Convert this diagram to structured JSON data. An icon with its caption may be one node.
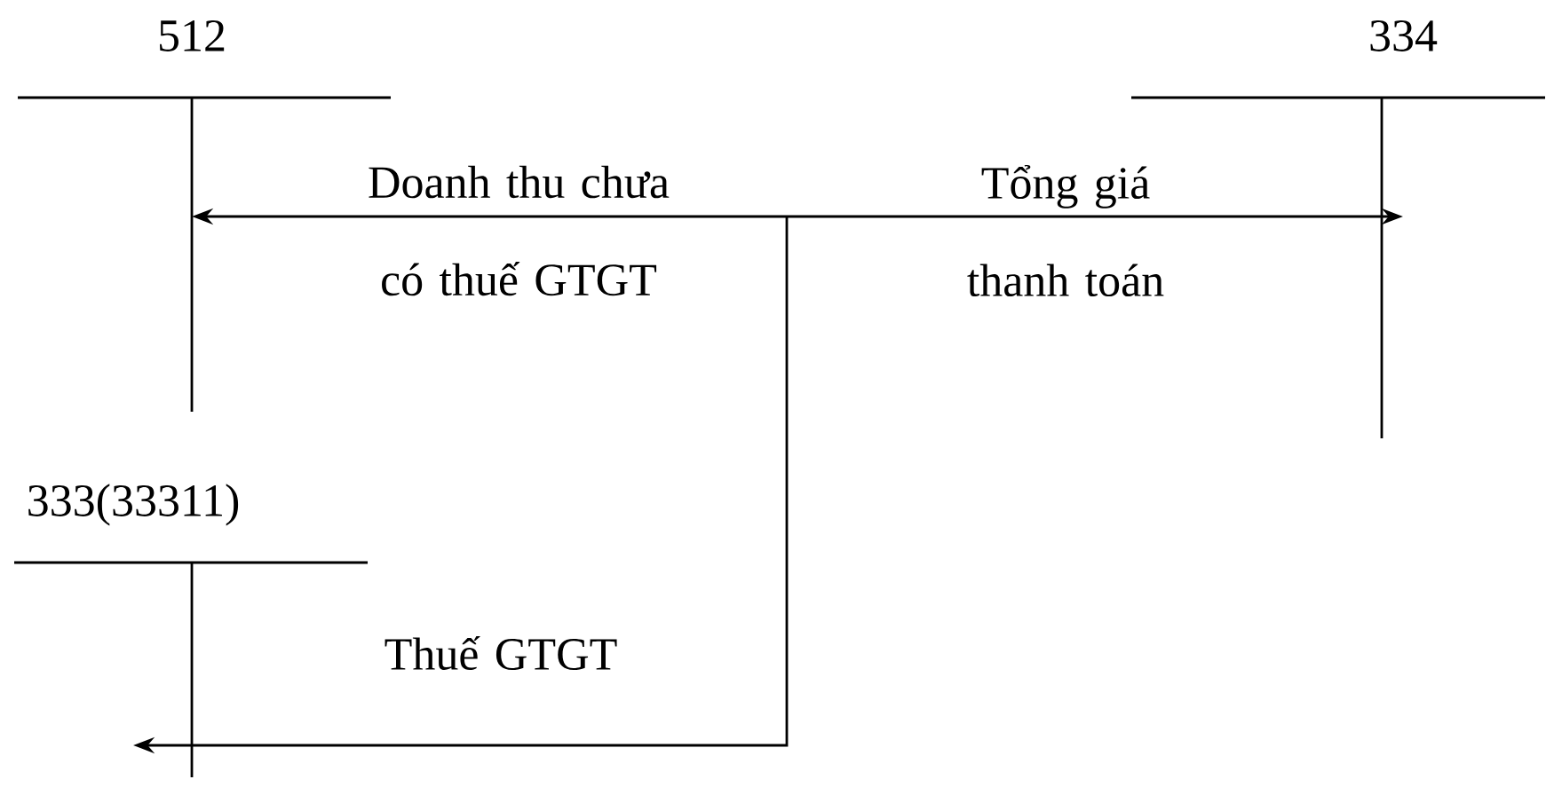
{
  "diagram": {
    "nodes": [
      {
        "text": [
          "512"
        ]
      },
      {
        "text": [
          "334"
        ]
      },
      {
        "text": [
          "333(33311)"
        ]
      }
    ],
    "edges": [
      {
        "from": null,
        "to": 0,
        "arrow": "to",
        "label": "Doanh thu chưa có thuế GTGT"
      },
      {
        "from": null,
        "to": 1,
        "arrow": "to",
        "label": "Tổng giá thanh toán"
      },
      {
        "from": null,
        "to": 2,
        "arrow": "to",
        "label": "Thuế GTGT"
      }
    ]
  }
}
